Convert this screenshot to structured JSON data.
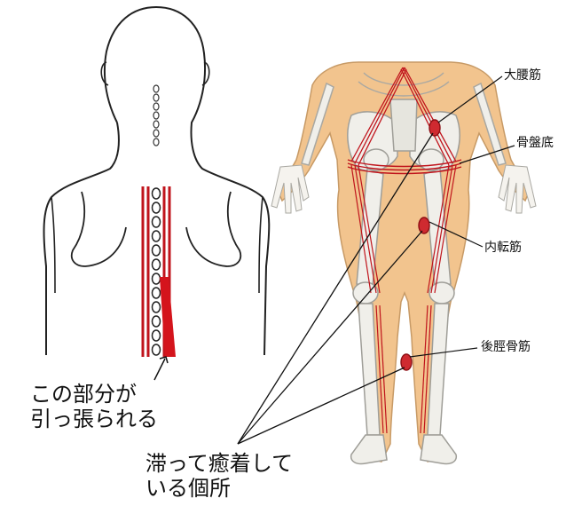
{
  "back_figure": {
    "caption_line1": "この部分が",
    "caption_line2": "引っ張られる"
  },
  "muscle_labels": {
    "psoas": "大腰筋",
    "pelvic_floor": "骨盤底",
    "adductor": "内転筋",
    "tibialis_posterior": "後脛骨筋"
  },
  "adhesion_caption": {
    "line1": "滞って癒着して",
    "line2": "いる個所"
  },
  "colors": {
    "outline": "#222222",
    "muscle_red": "#c0141c",
    "skin": "#f2c48e",
    "bone": "#eeeeea",
    "bone_shade": "#b9b9b2"
  }
}
